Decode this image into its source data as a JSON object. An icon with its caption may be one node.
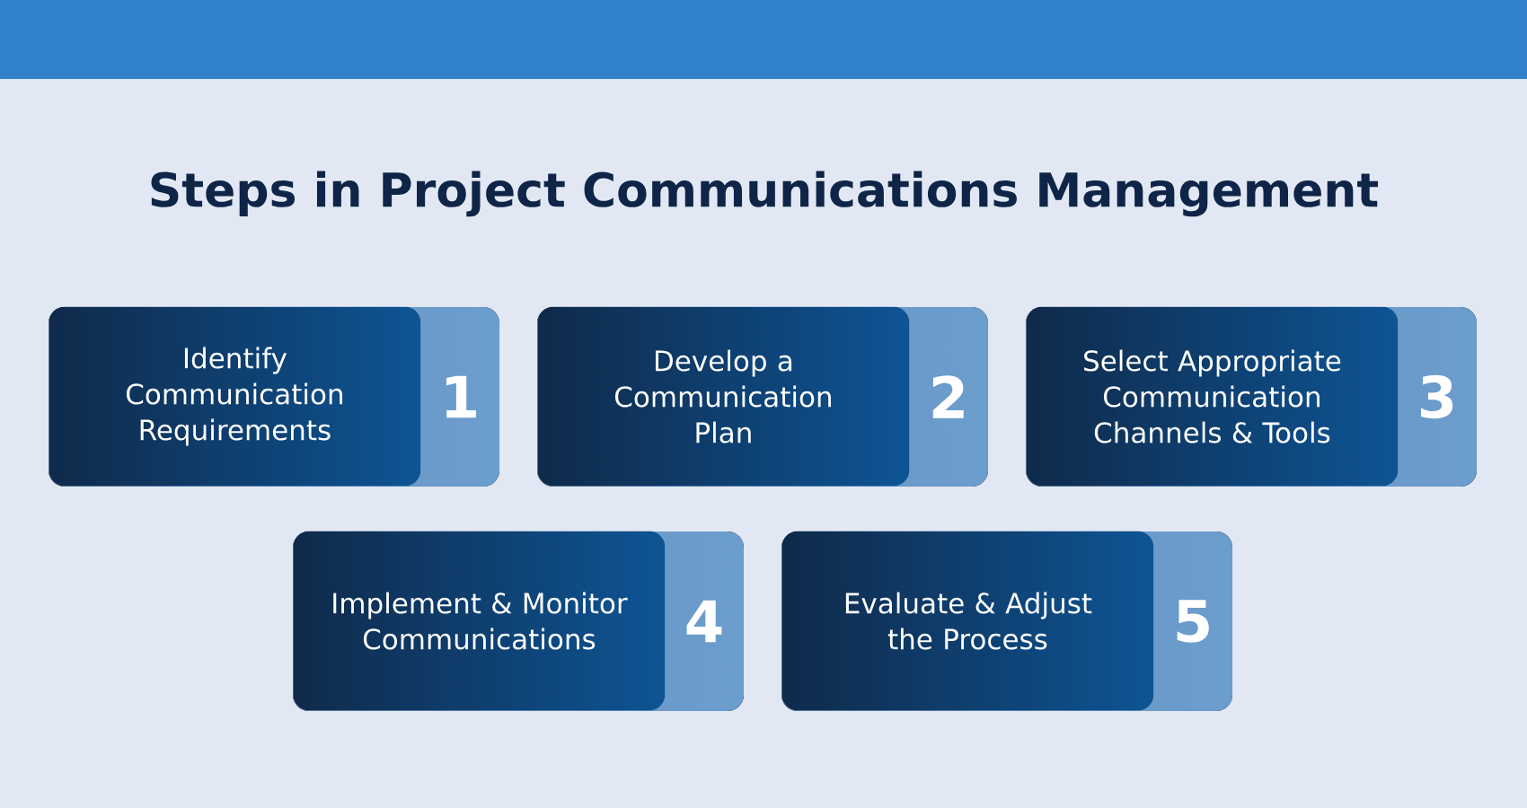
{
  "diagram": {
    "title": "Steps in Project Communications Management",
    "nodes": [
      {
        "text": [
          "Identify Communication Requirements",
          "1"
        ]
      },
      {
        "text": [
          "Develop a Communication Plan",
          "2"
        ]
      },
      {
        "text": [
          "Select Appropriate Communication Channels & Tools",
          "3"
        ]
      },
      {
        "text": [
          "Implement & Monitor Communications",
          "4"
        ]
      },
      {
        "text": [
          "Evaluate & Adjust the Process",
          "5"
        ]
      }
    ]
  }
}
